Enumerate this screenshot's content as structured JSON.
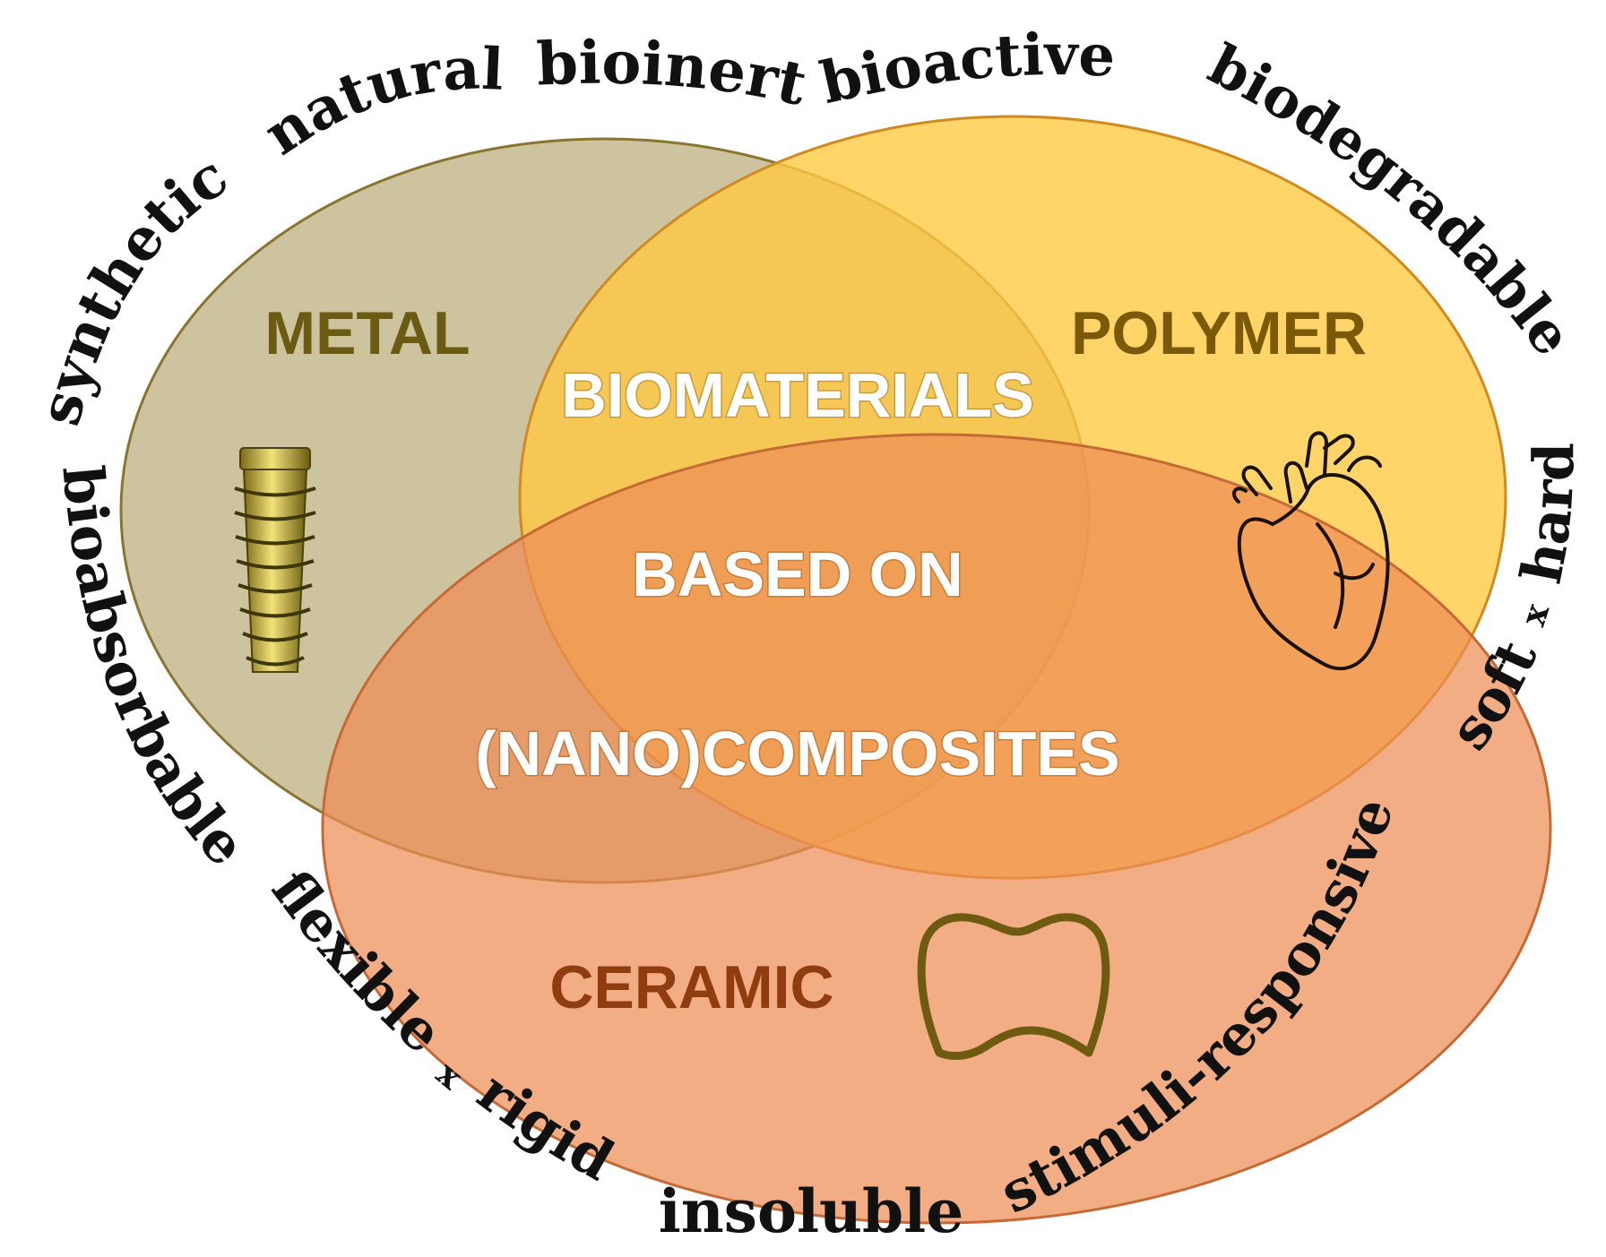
{
  "sets": {
    "metal": {
      "label": "METAL",
      "color": "#c9bc95",
      "label_color": "#6b5a12"
    },
    "polymer": {
      "label": "POLYMER",
      "color": "#ffc943",
      "label_color": "#7a5a08"
    },
    "ceramic": {
      "label": "CERAMIC",
      "color": "#ee8d55",
      "label_color": "#8f3d10"
    }
  },
  "center": {
    "line1": "BIOMATERIALS",
    "line2": "BASED ON",
    "line3": "(NANO)COMPOSITES"
  },
  "properties": {
    "synthetic": "synthetic",
    "natural": "natural",
    "bioinert": "bioinert",
    "bioactive": "bioactive",
    "biodegradable": "biodegradable",
    "soft": "soft",
    "soft_x": "x",
    "hard": "hard",
    "stimuli_responsive": "stimuli-responsive",
    "insoluble": "insoluble",
    "flexible": "flexible",
    "flexible_x": "x",
    "rigid": "rigid",
    "bioabsorbable": "bioabsorbable"
  },
  "icons": {
    "metal": "dental-implant-screw-icon",
    "polymer": "heart-icon",
    "ceramic": "tooth-icon"
  }
}
